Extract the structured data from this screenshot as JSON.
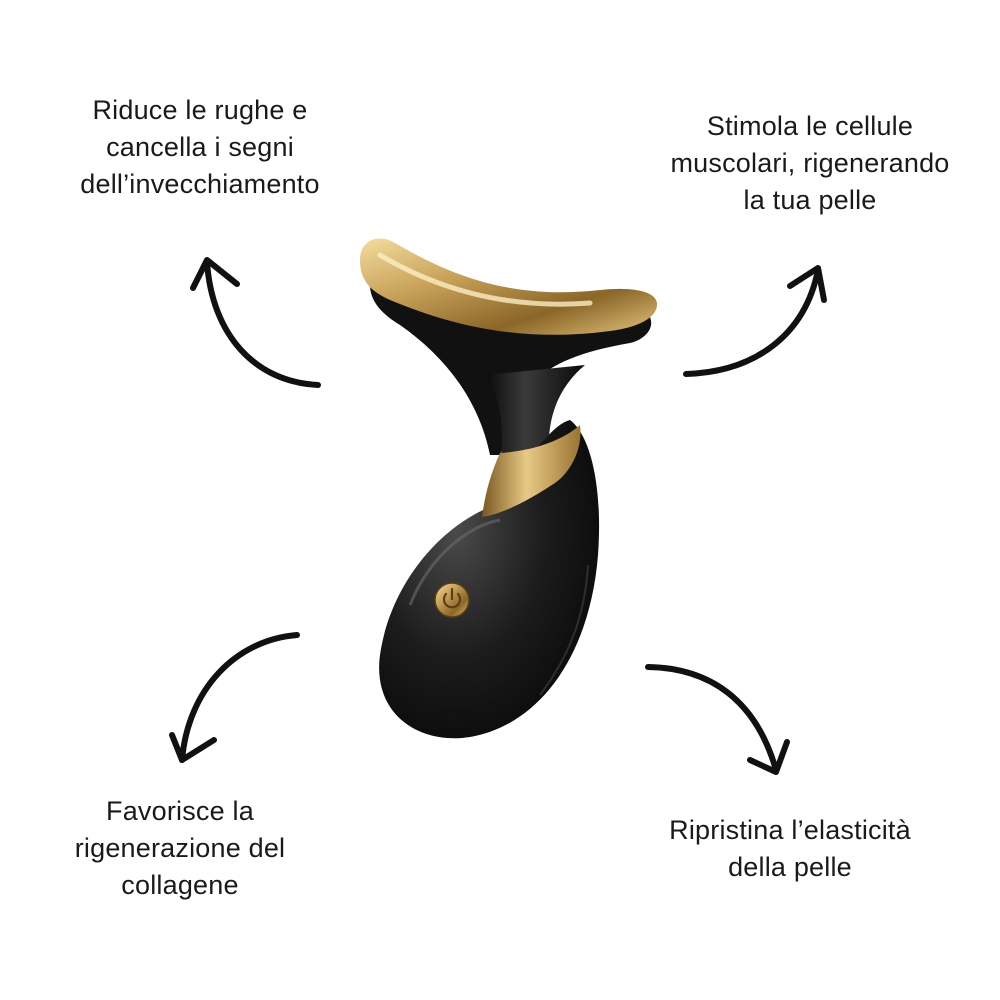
{
  "features": {
    "top_left": {
      "lines": [
        "Riduce le rughe e",
        "cancella i segni",
        "dell’invecchiamento"
      ]
    },
    "top_right": {
      "lines": [
        "Stimola le cellule",
        "muscolari, rigenerando",
        "la tua pelle"
      ]
    },
    "bottom_left": {
      "lines": [
        "Favorisce la",
        "rigenerazione del",
        "collagene"
      ]
    },
    "bottom_right": {
      "lines": [
        "Ripristina l’elasticità",
        "della pelle"
      ]
    }
  },
  "product": {
    "icon": "neck-face-massager-image",
    "body_color": "#141414",
    "accent_color": "#c9a25a"
  },
  "colors": {
    "text": "#1a1a1a",
    "arrows": "#111111",
    "background": "#ffffff"
  }
}
